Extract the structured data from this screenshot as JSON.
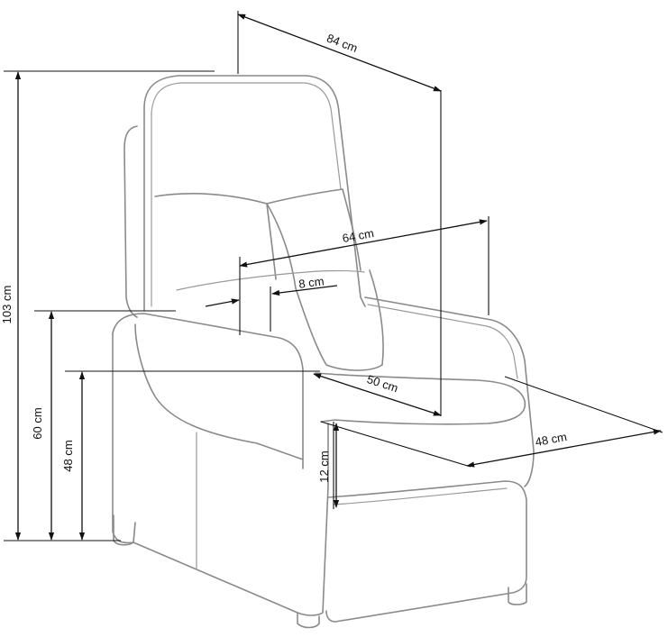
{
  "dimensions": {
    "depth_total": "84 cm",
    "width_total": "64 cm",
    "armrest_width": "8 cm",
    "seat_depth": "50 cm",
    "seat_width": "48 cm",
    "height_total": "103 cm",
    "armrest_height": "60 cm",
    "seat_height": "48 cm",
    "leg_height": "12 cm"
  }
}
